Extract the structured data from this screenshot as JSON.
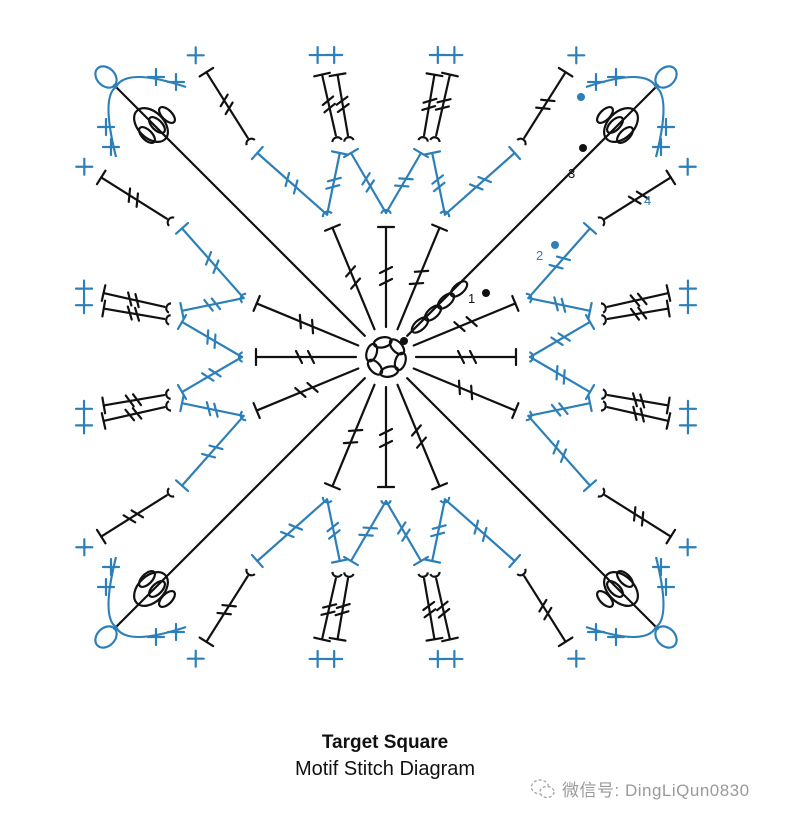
{
  "diagram": {
    "round_labels": [
      "1",
      "2",
      "3",
      "4"
    ],
    "colors": {
      "black": "#111111",
      "blue": "#2d7fb8"
    }
  },
  "caption": {
    "title": "Target Square",
    "subtitle": "Motif Stitch Diagram"
  },
  "watermark": {
    "icon": "wechat-icon",
    "text": "微信号: DingLiQun0830"
  }
}
